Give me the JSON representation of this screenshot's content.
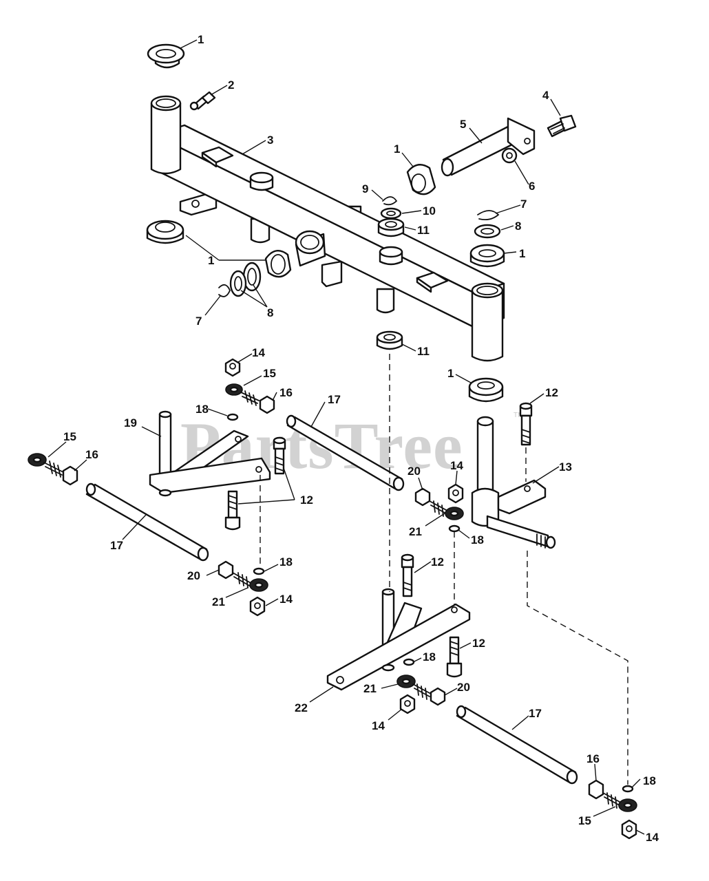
{
  "watermark": {
    "text": "PartsTree",
    "trademark": "TM"
  },
  "callouts": [
    {
      "id": "c1a",
      "text": "1"
    },
    {
      "id": "c2",
      "text": "2"
    },
    {
      "id": "c3",
      "text": "3"
    },
    {
      "id": "c4",
      "text": "4"
    },
    {
      "id": "c5",
      "text": "5"
    },
    {
      "id": "c1b",
      "text": "1"
    },
    {
      "id": "c6",
      "text": "6"
    },
    {
      "id": "c9",
      "text": "9"
    },
    {
      "id": "c10",
      "text": "10"
    },
    {
      "id": "c7a",
      "text": "7"
    },
    {
      "id": "c11a",
      "text": "11"
    },
    {
      "id": "c8a",
      "text": "8"
    },
    {
      "id": "c1c",
      "text": "1"
    },
    {
      "id": "c1d",
      "text": "1"
    },
    {
      "id": "c7b",
      "text": "7"
    },
    {
      "id": "c8b",
      "text": "8"
    },
    {
      "id": "c11b",
      "text": "11"
    },
    {
      "id": "c14a",
      "text": "14"
    },
    {
      "id": "c15a",
      "text": "15"
    },
    {
      "id": "c1e",
      "text": "1"
    },
    {
      "id": "c16a",
      "text": "16"
    },
    {
      "id": "c12a",
      "text": "12"
    },
    {
      "id": "c18a",
      "text": "18"
    },
    {
      "id": "c17a",
      "text": "17"
    },
    {
      "id": "c19",
      "text": "19"
    },
    {
      "id": "c15b",
      "text": "15"
    },
    {
      "id": "c16b",
      "text": "16"
    },
    {
      "id": "c13",
      "text": "13"
    },
    {
      "id": "c20a",
      "text": "20"
    },
    {
      "id": "c14b",
      "text": "14"
    },
    {
      "id": "c12b",
      "text": "12"
    },
    {
      "id": "c21a",
      "text": "21"
    },
    {
      "id": "c18b",
      "text": "18"
    },
    {
      "id": "c17b",
      "text": "17"
    },
    {
      "id": "c12c",
      "text": "12"
    },
    {
      "id": "c18c",
      "text": "18"
    },
    {
      "id": "c20b",
      "text": "20"
    },
    {
      "id": "c21b",
      "text": "21"
    },
    {
      "id": "c14c",
      "text": "14"
    },
    {
      "id": "c12d",
      "text": "12"
    },
    {
      "id": "c18d",
      "text": "18"
    },
    {
      "id": "c21c",
      "text": "21"
    },
    {
      "id": "c20c",
      "text": "20"
    },
    {
      "id": "c22",
      "text": "22"
    },
    {
      "id": "c14d",
      "text": "14"
    },
    {
      "id": "c17c",
      "text": "17"
    },
    {
      "id": "c16c",
      "text": "16"
    },
    {
      "id": "c18e",
      "text": "18"
    },
    {
      "id": "c15c",
      "text": "15"
    },
    {
      "id": "c14e",
      "text": "14"
    }
  ]
}
